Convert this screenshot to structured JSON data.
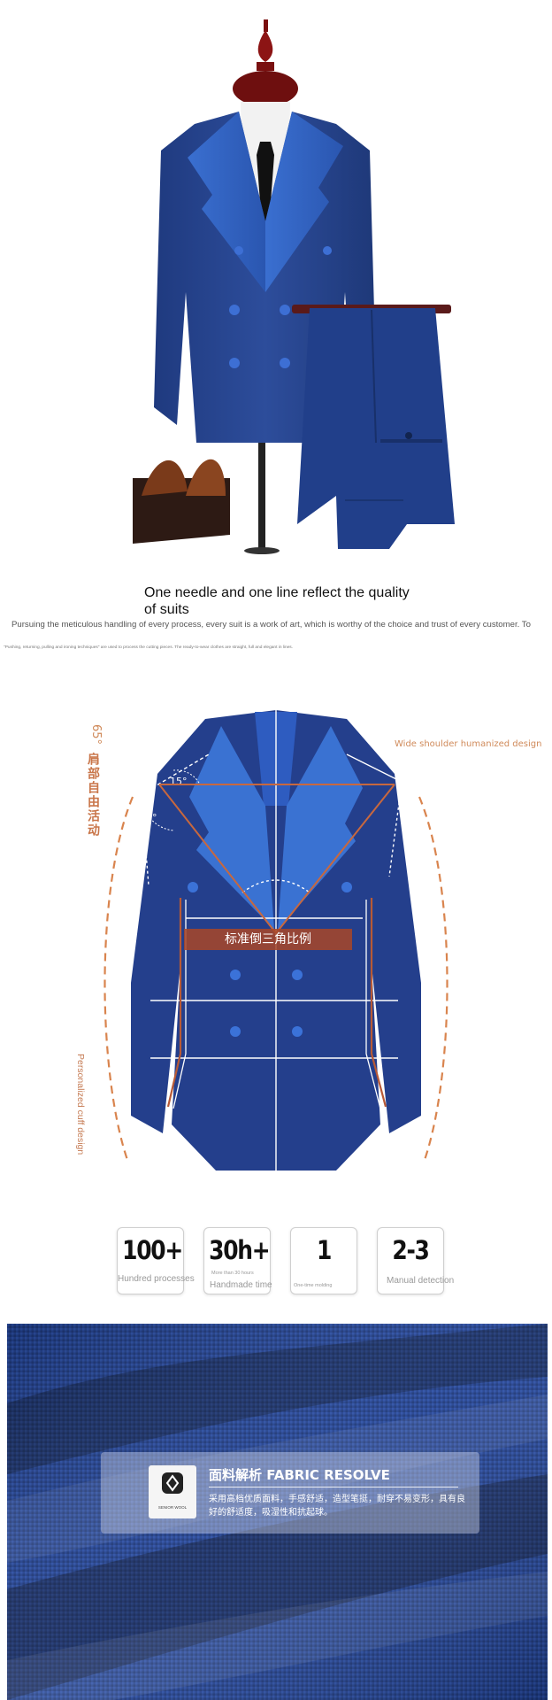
{
  "intro": {
    "headline": "One needle and one line reflect the quality of suits",
    "body": "Pursuing the meticulous handling of every process, every suit is a work of art, which is worthy of the choice and trust of every customer. To",
    "fine_print": "\"Pushing, returning, pulling and ironing techniques\" are used to process the cutting pieces. The ready-to-wear clothes are straight, full and elegant in lines."
  },
  "diagram": {
    "wide_shoulder": "Wide shoulder humanized design",
    "angle_65": "65°",
    "shoulder_cn": "肩部自由活动",
    "angle_15": "15°",
    "angle_45": "45°",
    "ratio_cn": "标准倒三角比例",
    "cuff": "Personalized cuff design"
  },
  "stats": [
    {
      "value": "100+",
      "sub": "",
      "label": "Hundred processes"
    },
    {
      "value": "30h+",
      "sub": "More than 30 hours",
      "label": "Handmade time"
    },
    {
      "value": "1",
      "sub": "One-time molding",
      "label": ""
    },
    {
      "value": "2-3",
      "sub": "",
      "label": "Manual detection"
    }
  ],
  "fabric": {
    "title": "面料解析  FABRIC RESOLVE",
    "desc": "采用高档优质面料，手感舒适，造型笔挺，耐穿不易变形，具有良好的舒适度，吸湿性和抗起球。",
    "wool_label": "SENIOR WOOL"
  },
  "colors": {
    "suit_blue": "#27448c",
    "lapel_blue": "#3a6fc9",
    "accent_orange": "#d9844e",
    "band_red": "#a84628"
  }
}
